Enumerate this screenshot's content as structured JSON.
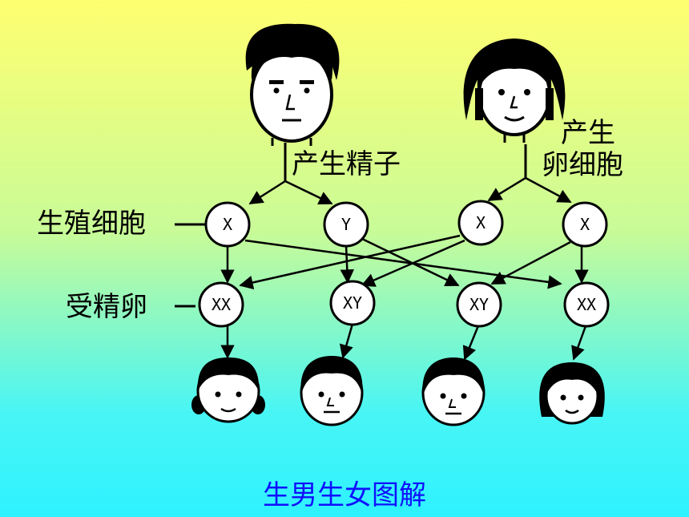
{
  "labels": {
    "father_process": "产生精子",
    "mother_process_line1": "产生",
    "mother_process_line2": "卵细胞",
    "gametes": "生殖细胞",
    "zygotes": "受精卵"
  },
  "gametes": [
    "X",
    "Y",
    "X",
    "X"
  ],
  "zygotes": [
    "XX",
    "XY",
    "XY",
    "XX"
  ],
  "caption": "生男生女图解",
  "colors": {
    "caption": "#1010ff",
    "background_top": "#ffff70",
    "background_bottom": "#2ef2ff"
  }
}
